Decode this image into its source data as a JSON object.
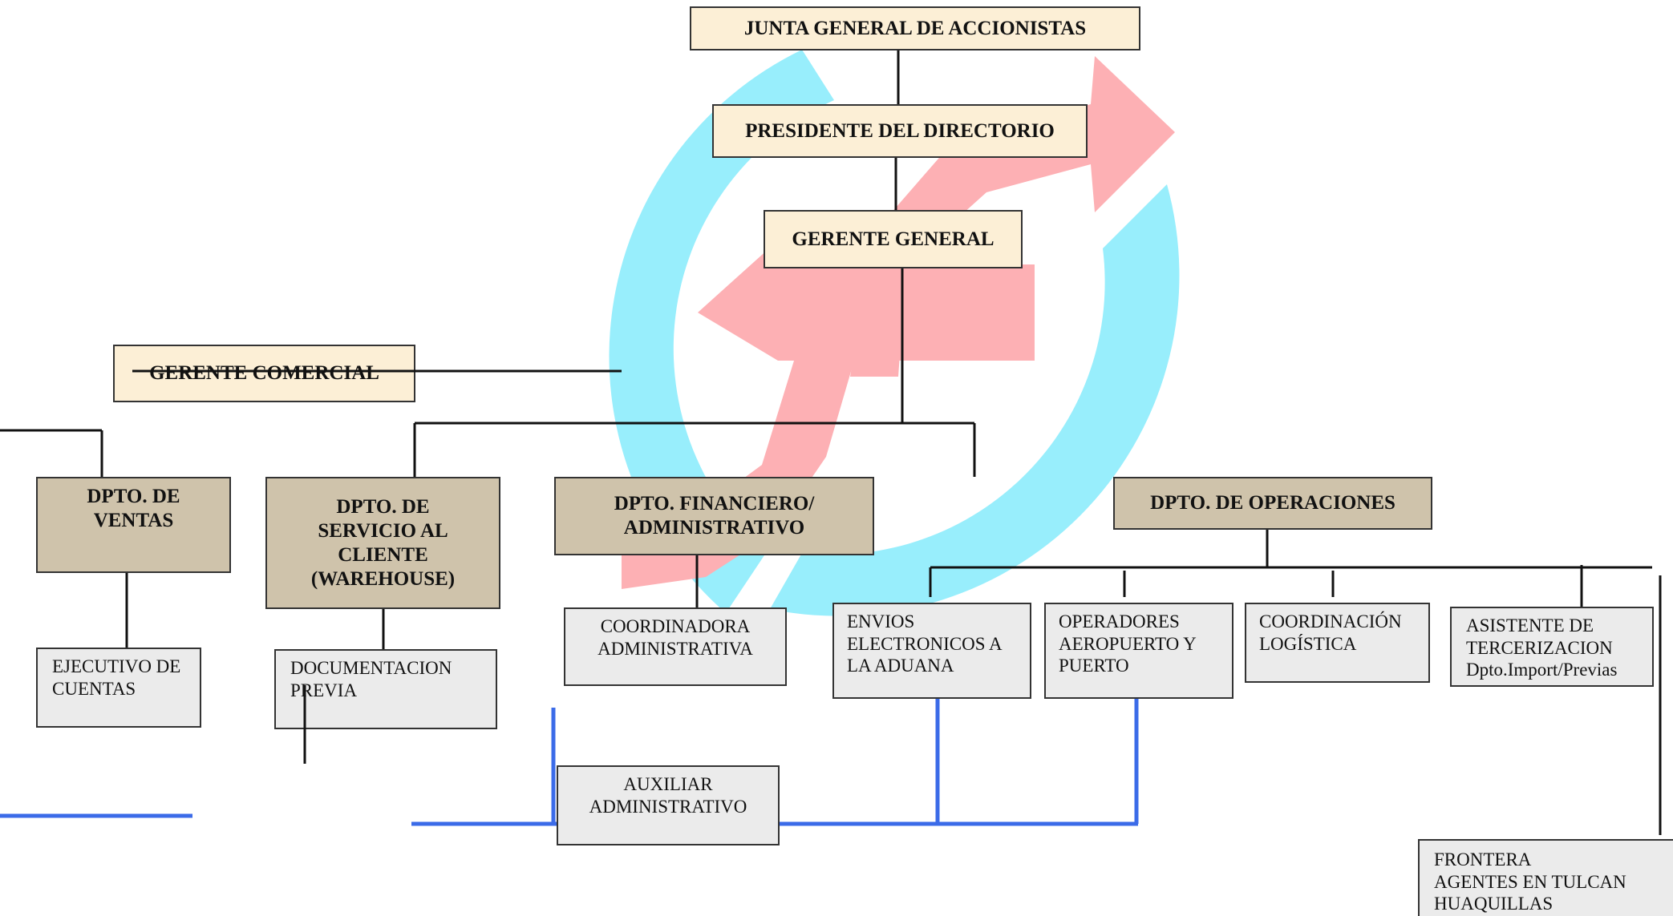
{
  "boxes": {
    "junta": "JUNTA GENERAL DE ACCIONISTAS",
    "presidente": "PRESIDENTE DEL DIRECTORIO",
    "gerente_general": "GERENTE  GENERAL",
    "gerente_comercial": "GERENTE COMERCIAL",
    "dpto_ventas": "DPTO. DE\nVENTAS",
    "dpto_servicio": "DPTO. DE\nSERVICIO AL\nCLIENTE\n(WAREHOUSE)",
    "dpto_financiero": "DPTO. FINANCIERO/\nADMINISTRATIVO",
    "dpto_operaciones": "DPTO. DE OPERACIONES",
    "ejecutivo": "EJECUTIVO DE\nCUENTAS",
    "documentacion": "DOCUMENTACION\nPREVIA",
    "coordinadora": "COORDINADORA\nADMINISTRATIVA",
    "envios": "ENVIOS\nELECTRONICOS A\nLA ADUANA",
    "operadores": "OPERADORES\nAEROPUERTO Y\nPUERTO",
    "coordinacion": "COORDINACIÓN\nLOGÍSTICA",
    "asistente": "ASISTENTE DE\nTERCERIZACION\nDpto.Import/Previas",
    "auxiliar": "AUXILIAR\nADMINISTRATIVO",
    "frontera": "FRONTERA\nAGENTES EN TULCAN\nHUAQUILLAS"
  },
  "colors": {
    "cream": "#fcefd6",
    "tan": "#cfc3ab",
    "gray": "#ebebeb",
    "cyan_arrow": "#98eefc",
    "pink_arrow": "#fdb0b4",
    "blue_line": "#3b6be8",
    "connector": "#111111"
  },
  "decor": {
    "background_logo": "circular-arrows-logo-icon"
  }
}
